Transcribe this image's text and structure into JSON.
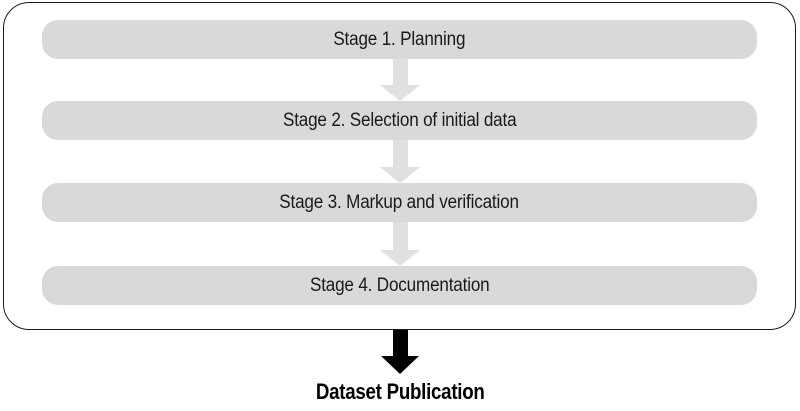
{
  "diagram": {
    "type": "flowchart",
    "direction": "top-to-bottom"
  },
  "stages": [
    {
      "label": "Stage 1. Planning"
    },
    {
      "label": "Stage 2. Selection of initial data"
    },
    {
      "label": "Stage 3. Markup and verification"
    },
    {
      "label": "Stage 4. Documentation"
    }
  ],
  "result": {
    "label": "Dataset Publication"
  },
  "icons": {
    "stage_connector": "down-arrow-icon",
    "output_connector": "down-arrow-icon"
  },
  "colors": {
    "box_fill": "#d9d9d9",
    "arrow_fill": "#e0e0e0",
    "frame_border": "#1a1a1a",
    "final_arrow": "#000000",
    "text": "#1a1a1a"
  }
}
